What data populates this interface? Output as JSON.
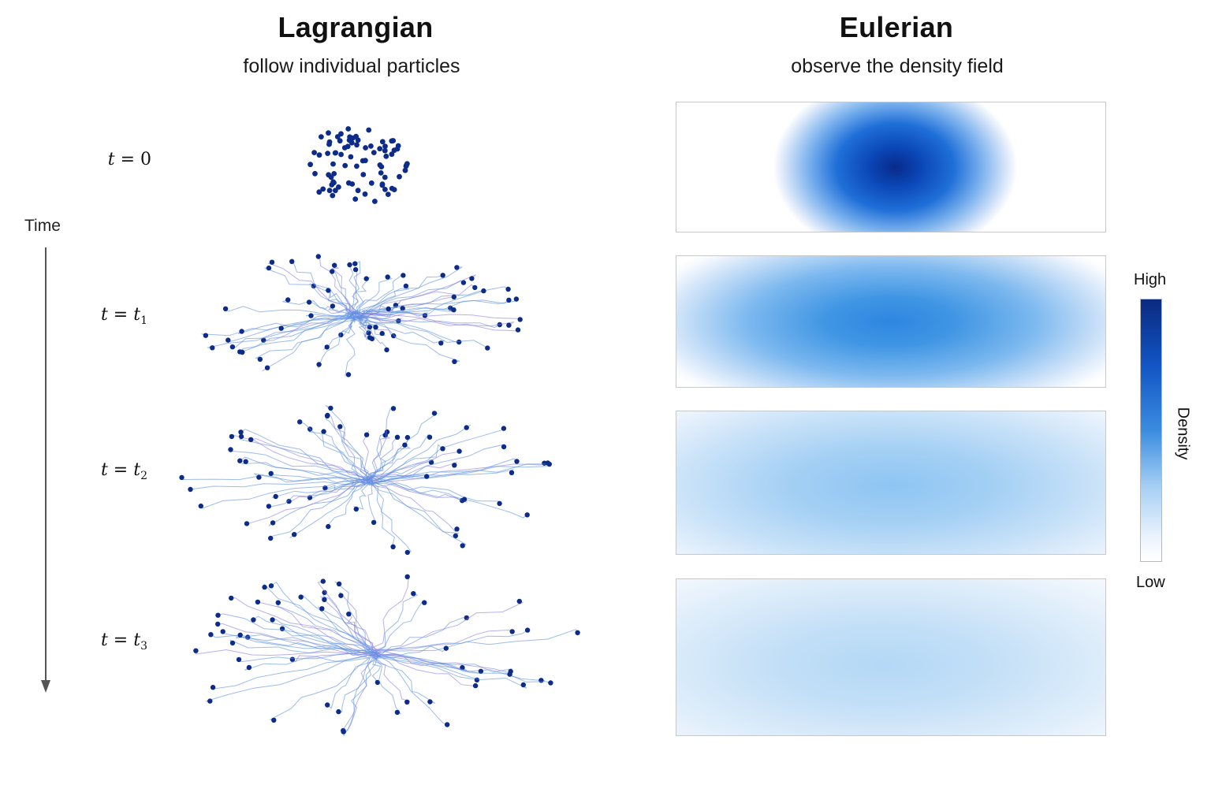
{
  "lagrangian": {
    "title": "Lagrangian",
    "subtitle": "follow individual particles"
  },
  "eulerian": {
    "title": "Eulerian",
    "subtitle": "observe the density field"
  },
  "time_axis": {
    "label": "Time"
  },
  "rows": [
    {
      "var": "t",
      "eq": " = ",
      "value": "0",
      "sub": ""
    },
    {
      "var": "t",
      "eq": " = ",
      "value": "t",
      "sub": "1"
    },
    {
      "var": "t",
      "eq": " = ",
      "value": "t",
      "sub": "2"
    },
    {
      "var": "t",
      "eq": " = ",
      "value": "t",
      "sub": "3"
    }
  ],
  "colorbar": {
    "high_label": "High",
    "low_label": "Low",
    "axis_label": "Density"
  },
  "colors": {
    "particle": "#0d2c8a",
    "trail": "#5b8fe0",
    "trail_alt": "#8c7be0",
    "density_high": "#0a2a80",
    "density_low": "#ffffff",
    "arrow": "#555555"
  }
}
